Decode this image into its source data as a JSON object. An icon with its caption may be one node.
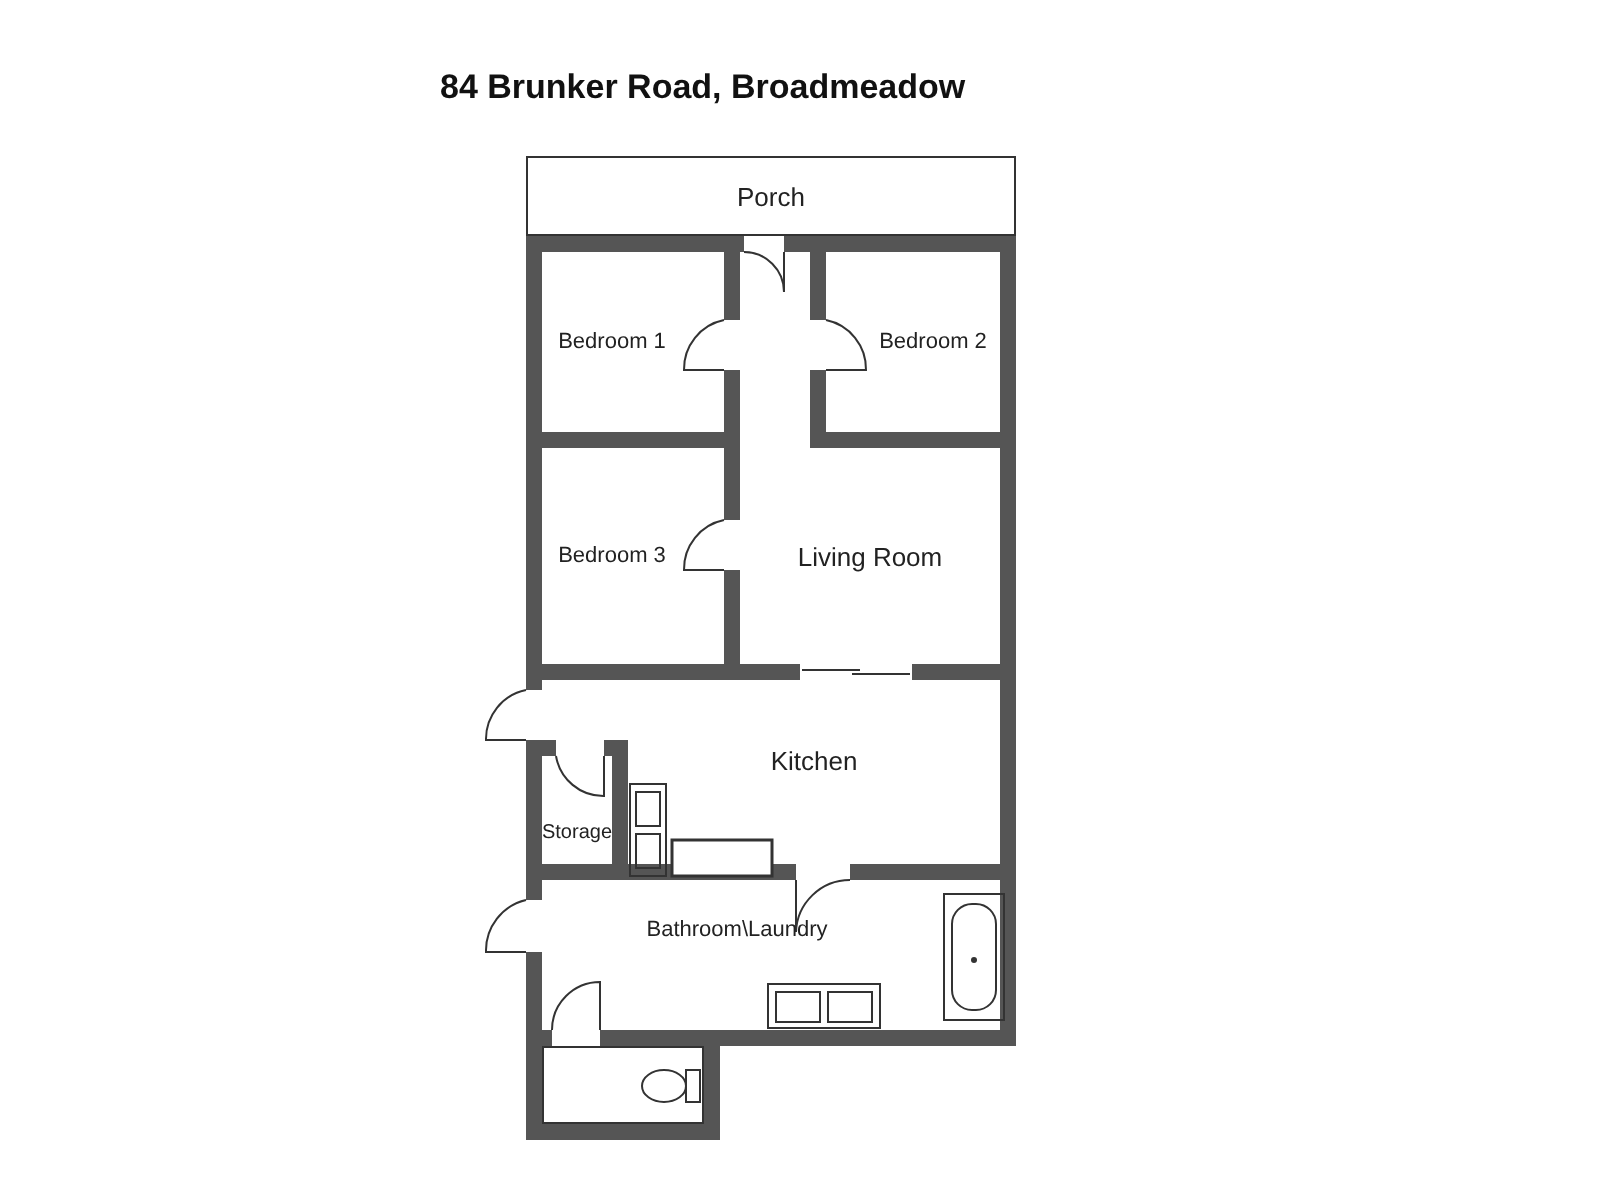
{
  "diagram": {
    "title": "84 Brunker Road, Broadmeadow",
    "nodes": [
      {
        "text": [
          "Porch"
        ]
      },
      {
        "text": [
          "Bedroom 1"
        ]
      },
      {
        "text": [
          "Bedroom 2"
        ]
      },
      {
        "text": [
          "Bedroom 3"
        ]
      },
      {
        "text": [
          "Living Room"
        ]
      },
      {
        "text": [
          "Kitchen"
        ]
      },
      {
        "text": [
          "Storage"
        ]
      },
      {
        "text": [
          "Bathroom\\Laundry"
        ]
      },
      {
        "text": [],
        "shape": "box"
      }
    ],
    "edges": []
  }
}
